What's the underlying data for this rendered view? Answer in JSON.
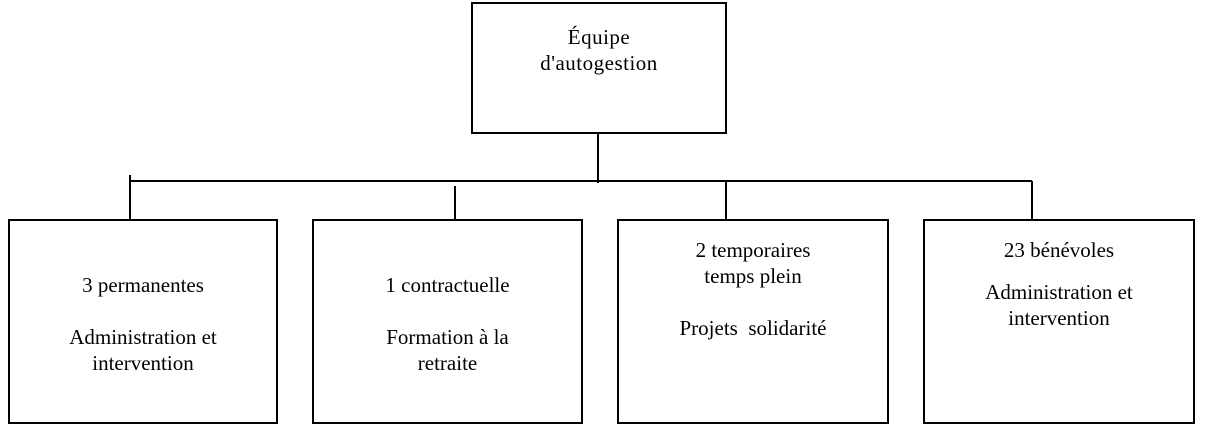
{
  "root": {
    "lines": [
      "Équipe",
      "d'autogestion"
    ]
  },
  "children": [
    {
      "title": [
        "3 permanentes"
      ],
      "role": [
        "Administration et",
        "intervention"
      ]
    },
    {
      "title": [
        "1 contractuelle"
      ],
      "role": [
        "Formation à la",
        "retraite"
      ]
    },
    {
      "title": [
        "2 temporaires",
        "temps plein"
      ],
      "role": [
        "Projets  solidarité"
      ]
    },
    {
      "title": [
        "23 bénévoles"
      ],
      "role": [
        "Administration et",
        "intervention"
      ]
    }
  ]
}
